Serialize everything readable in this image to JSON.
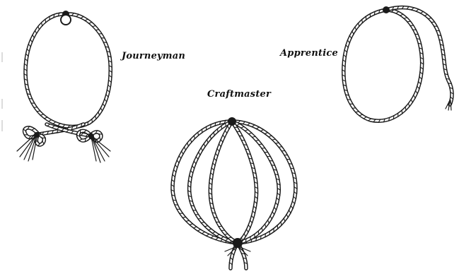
{
  "labels": {
    "journeyman": "Journeyman",
    "apprentice": "Apprentice",
    "craftmaster": "Craftmaster"
  },
  "colors": {
    "ink": "#1a1a1a",
    "paper": "#ffffff"
  }
}
